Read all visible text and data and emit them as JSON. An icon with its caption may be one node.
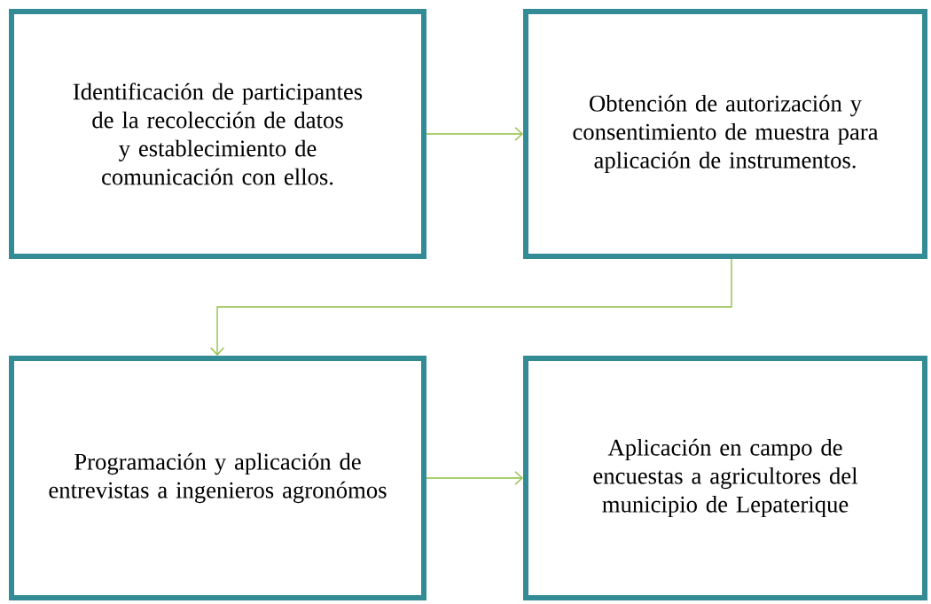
{
  "diagram": {
    "nodes": [
      {
        "text": [
          "Identificación de participantes de la recolección de datos y establecimiento de comunicación con ellos."
        ]
      },
      {
        "text": [
          "Obtención de autorización y consentimiento de muestra para aplicación de instrumentos."
        ]
      },
      {
        "text": [
          "Programación y aplicación de entrevistas a ingenieros agronómos"
        ]
      },
      {
        "text": [
          "Aplicación en campo de encuestas a agricultores del municipio de Lepaterique"
        ]
      }
    ],
    "edges": [
      {
        "from": 0,
        "to": 1,
        "arrow": "to"
      },
      {
        "from": 1,
        "to": 2,
        "arrow": "to"
      },
      {
        "from": 2,
        "to": 3,
        "arrow": "to"
      }
    ]
  }
}
